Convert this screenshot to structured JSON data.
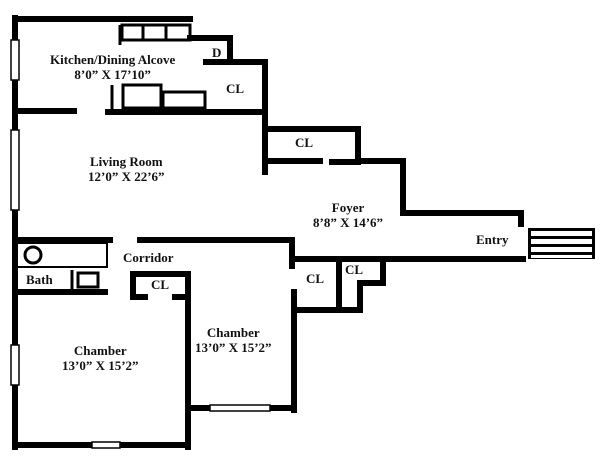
{
  "rooms": {
    "kitchen": {
      "name": "Kitchen/Dining Alcove",
      "size": "8’0” X 17’10”"
    },
    "living": {
      "name": "Living Room",
      "size": "12’0” X 22’6”"
    },
    "foyer": {
      "name": "Foyer",
      "size": "8’8” X 14’6”"
    },
    "chamber1": {
      "name": "Chamber",
      "size": "13’0” X 15’2”"
    },
    "chamber2": {
      "name": "Chamber",
      "size": "13’0” X 15’2”"
    },
    "corridor": "Corridor",
    "bath": "Bath",
    "entry": "Entry",
    "dishwasher": "D",
    "closets": [
      "CL",
      "CL",
      "CL",
      "CL",
      "CL"
    ]
  },
  "colors": {
    "wall": "#000000",
    "background": "#ffffff"
  }
}
